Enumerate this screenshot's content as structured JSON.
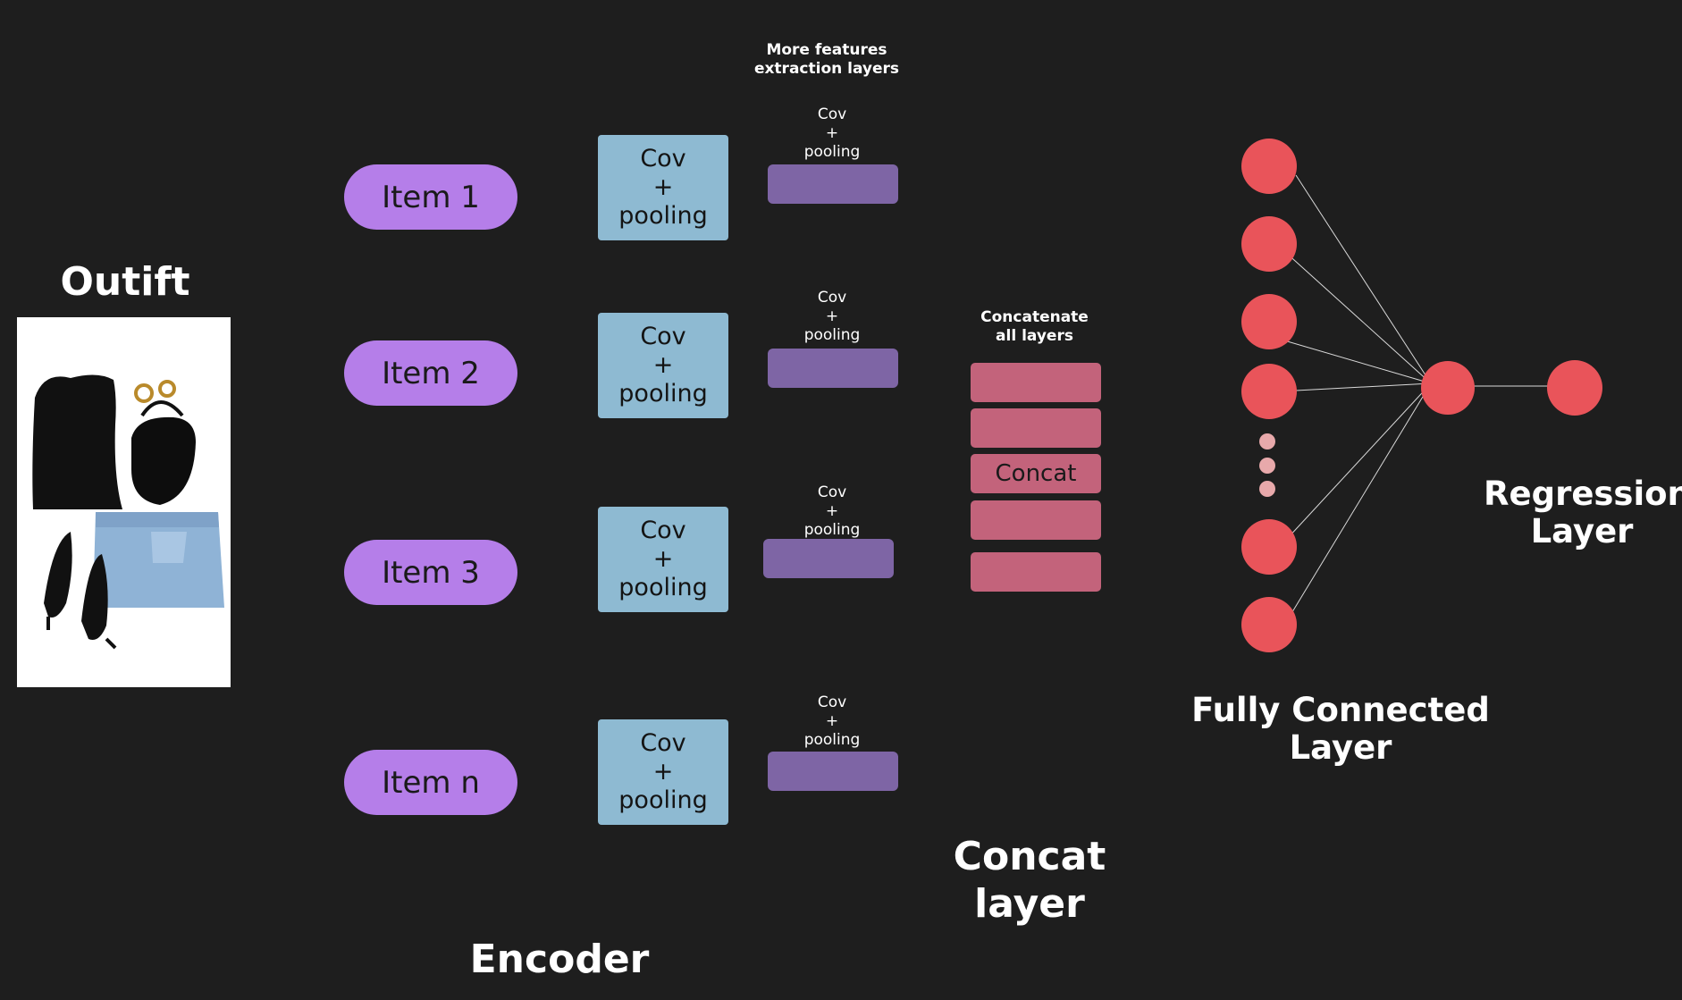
{
  "outfit": {
    "title": "Outift"
  },
  "encoder": {
    "title": "Encoder",
    "items": [
      "Item 1",
      "Item 2",
      "Item 3",
      "Item n"
    ],
    "cov_box": {
      "line1": "Cov",
      "line2": "+",
      "line3": "pooling"
    }
  },
  "feature_extraction": {
    "header": [
      "More features",
      "extraction layers"
    ],
    "small_label": {
      "line1": "Cov",
      "line2": "+",
      "line3": "pooling"
    }
  },
  "concat": {
    "header": [
      "Concatenate",
      "all layers"
    ],
    "bar_label": "Concat",
    "title": [
      "Concat",
      "layer"
    ]
  },
  "fully_connected": {
    "title": [
      "Fully Connected",
      "Layer"
    ]
  },
  "regression": {
    "title": [
      "Regression",
      "Layer"
    ]
  },
  "colors": {
    "background": "#1e1e1e",
    "item_pill": "#b57ee9",
    "cov_box": "#8ebad2",
    "feature_bar": "#7e65a5",
    "concat_bar": "#c3637b",
    "neuron": "#e9545a",
    "ellipsis_dot": "#e8a9ab"
  }
}
